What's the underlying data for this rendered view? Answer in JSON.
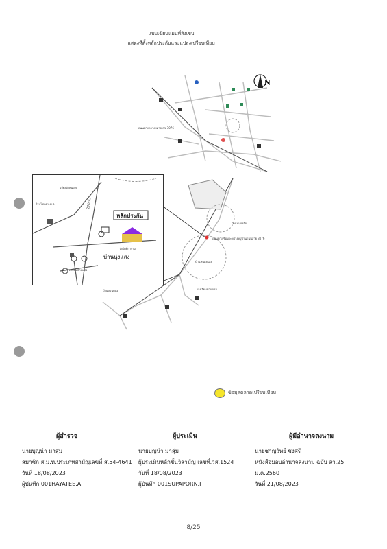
{
  "header": {
    "line1": "แบบเขียนแผนที่สังเขป",
    "line2": "แสดงที่ตั้งหลักประกันและแปลงเปรียบเทียบ"
  },
  "map": {
    "inset_label_collateral": "หลักประกัน",
    "inset_village": "บ้านนุ่งแสง",
    "inset_road": "270 ม.",
    "inset_temple": "วัดโพธิ์การาม",
    "inset_shop": "ร้านโชคชนุ่งแสง",
    "inset_junction": "เจียงวัดหนองบุ",
    "inset_school": "โรงเรียนบ้านแสง",
    "label_road_main": "ถนนทางหลวงหมายเลข 3076",
    "label_village_a": "บ้านหนุองจ้อ",
    "label_village_b": "บ้านหนองแสง",
    "label_village_c": "บ้านสวนหนุ่ง",
    "label_school": "โรงเรียนบ้านดอน",
    "label_ref": "ถนนทางเชื่อมระหว่างหมู่บ้านถนนสาย 3076"
  },
  "legend": {
    "text": "ข้อมูลตลาดเปรียบเทียบ",
    "color": "#f5e52a"
  },
  "signatures": [
    {
      "role": "ผู้สำรวจ",
      "lines": [
        "นายบุญนำ มาสุ่ม",
        "สมาชิก ส.ม.ท.ประเภทสามัญเลขที่ ส.54-4641",
        "วันที่ 18/08/2023",
        "ผู้บันทึก 001HAYATEE.A"
      ]
    },
    {
      "role": "ผู้ประเมิน",
      "lines": [
        "นายบุญนำ มาสุ่ม",
        "ผู้ประเมินหลักชั้นวิสามัญ เลขที่.วส.1524",
        "วันที่ 18/08/2023",
        "ผู้บันทึก 001SUPAPORN.I"
      ]
    },
    {
      "role": "ผู้มีอำนาจลงนาม",
      "lines": [
        "นายชาญวิทย์ ชงศรี",
        "หนังสือมอบอำนาจลงนาม ฉบับ ลว.25",
        "ม.ค.2560",
        "วันที่ 21/08/2023"
      ]
    }
  ],
  "page_number": "8/25"
}
